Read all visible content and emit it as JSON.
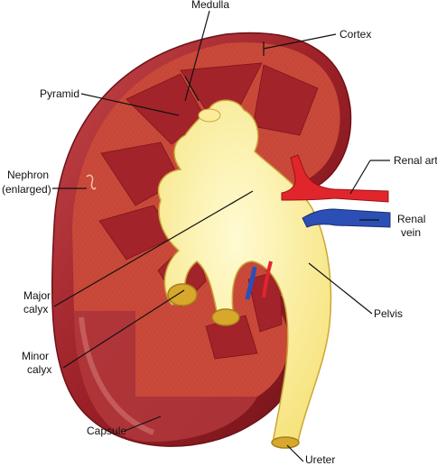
{
  "labels": {
    "medulla": "Medulla",
    "cortex": "Cortex",
    "pyramid": "Pyramid",
    "renal_artery": "Renal artery",
    "nephron_line1": "Nephron",
    "nephron_line2": "(enlarged)",
    "renal_vein_line1": "Renal",
    "renal_vein_line2": "vein",
    "major_calyx_line1": "Major",
    "major_calyx_line2": "calyx",
    "pelvis": "Pelvis",
    "minor_calyx_line1": "Minor",
    "minor_calyx_line2": "calyx",
    "capsule": "Capsule",
    "ureter": "Ureter"
  },
  "colors": {
    "capsule_outer": "#8e1b22",
    "capsule_shade": "#b2383c",
    "cortex": "#c94a3a",
    "cortex_light": "#d8705c",
    "medulla": "#a3232a",
    "pelvis": "#fdf4a8",
    "pelvis_edge": "#c9a838",
    "artery": "#e0262c",
    "vein": "#2b4fb5"
  }
}
